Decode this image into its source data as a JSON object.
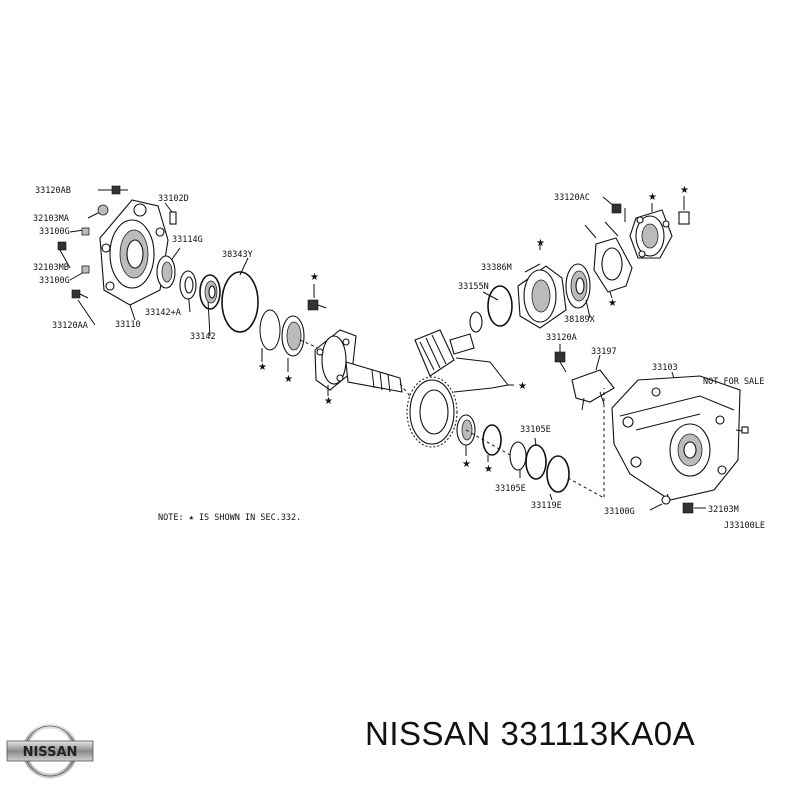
{
  "diagram": {
    "labels": {
      "l_33120AB": "33120AB",
      "l_33102D": "33102D",
      "l_32103MA": "32103MA",
      "l_33100G_a": "33100G",
      "l_32103MB": "32103MB",
      "l_33100G_b": "33100G",
      "l_33120AA": "33120AA",
      "l_33114G": "33114G",
      "l_38343Y": "38343Y",
      "l_33142A": "33142+A",
      "l_33110": "33110",
      "l_33142": "33142",
      "l_33120AC": "33120AC",
      "l_33386M": "33386M",
      "l_33155N": "33155N",
      "l_38189X": "38189X",
      "l_33120A": "33120A",
      "l_33197": "33197",
      "l_33103": "33103",
      "l_not_for_sale": "NOT FOR SALE",
      "l_33105E_a": "33105E",
      "l_33105E_b": "33105E",
      "l_33119E": "33119E",
      "l_33100G_c": "33100G",
      "l_32103M": "32103M"
    },
    "note": "NOTE: ★ IS SHOWN IN SEC.332.",
    "drawing_code": "J33100LE"
  },
  "brand": {
    "logo_text": "NISSAN"
  },
  "part_number": "NISSAN 331113KA0A",
  "colors": {
    "ink": "#111111",
    "background": "#ffffff"
  }
}
